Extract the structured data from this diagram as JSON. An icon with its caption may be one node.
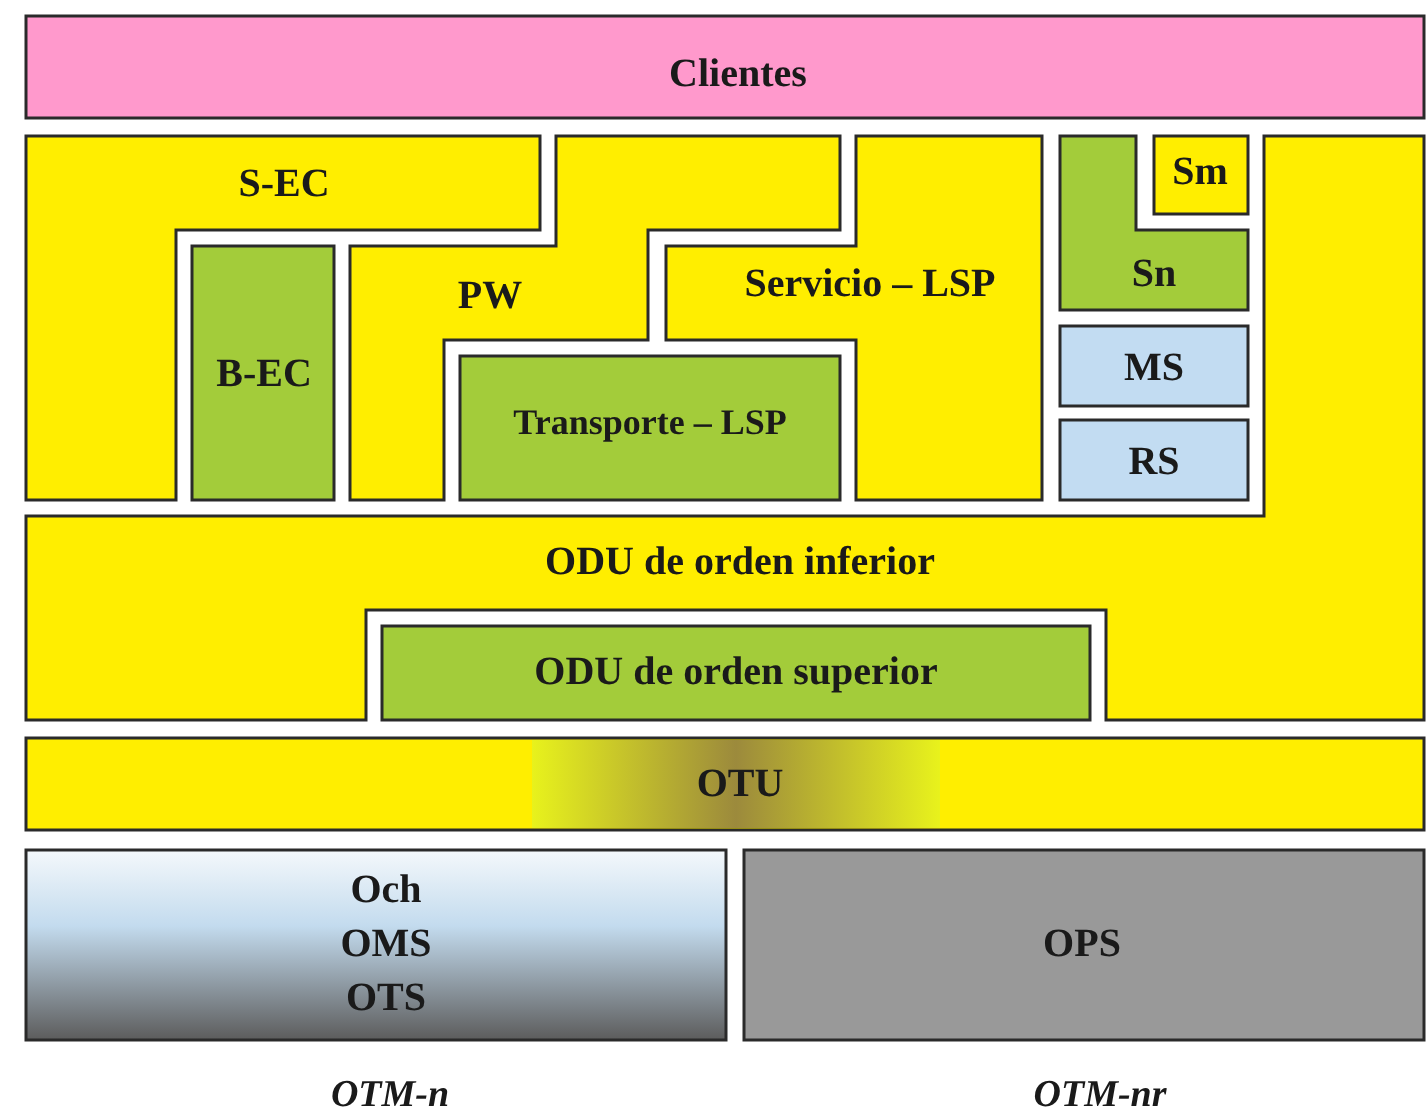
{
  "diagram": {
    "nodes": [
      {
        "text": [
          "Clientes"
        ]
      },
      {
        "text": [
          "S-EC"
        ]
      },
      {
        "text": [
          "B-EC"
        ]
      },
      {
        "text": [
          "PW"
        ]
      },
      {
        "text": [
          "Transporte – LSP"
        ]
      },
      {
        "text": [
          "Servicio – LSP"
        ]
      },
      {
        "text": [
          "Sm"
        ]
      },
      {
        "text": [
          "Sn"
        ]
      },
      {
        "text": [
          "MS"
        ]
      },
      {
        "text": [
          "RS"
        ]
      },
      {
        "text": [
          "ODU de orden inferior"
        ]
      },
      {
        "text": [
          "ODU de orden superior"
        ]
      },
      {
        "text": [
          "OTU"
        ]
      },
      {
        "text": [
          "Och",
          "OMS",
          "OTS"
        ]
      },
      {
        "text": [
          "OPS"
        ]
      }
    ],
    "labels": [
      "OTM-n",
      "OTM-nr"
    ]
  }
}
